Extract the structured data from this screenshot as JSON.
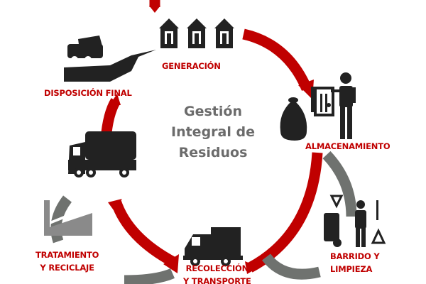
{
  "title": [
    "Gestión",
    "Integral de",
    "Residuos"
  ],
  "stages": {
    "generacion": "GENERACIÓN",
    "almacenamiento": "ALMACENAMIENTO",
    "barrido": [
      "BARRIDO Y",
      "LIMPIEZA"
    ],
    "recoleccion": [
      "RECOLECCIÓN",
      "Y TRANSPORTE"
    ],
    "tratamiento": [
      "TRATAMIENTO",
      "Y RECICLAJE"
    ],
    "disposicion": "DISPOSICIÓN FINAL"
  },
  "colors": {
    "red": "#c00000",
    "gray": "#6f726f",
    "icon": "#222222",
    "text": "#6b6b6b"
  }
}
